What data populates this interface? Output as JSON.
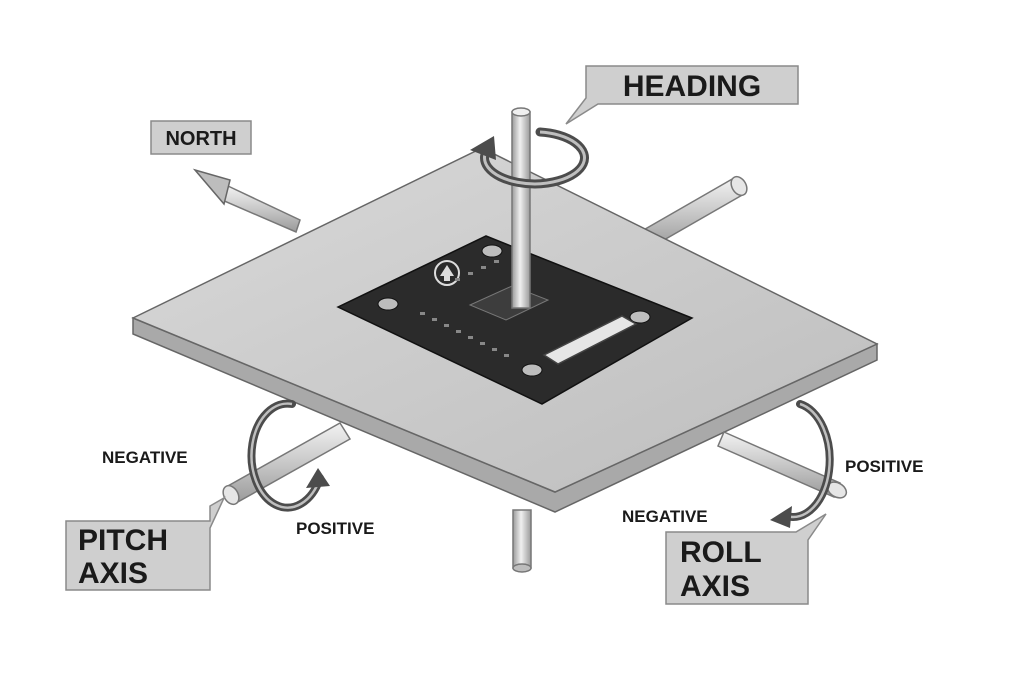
{
  "labels": {
    "heading": "HEADING",
    "north": "NORTH",
    "pitch_axis_line1": "PITCH",
    "pitch_axis_line2": "AXIS",
    "roll_axis_line1": "ROLL",
    "roll_axis_line2": "AXIS",
    "pitch_negative": "NEGATIVE",
    "pitch_positive": "POSITIVE",
    "roll_negative": "NEGATIVE",
    "roll_positive": "POSITIVE"
  },
  "colors": {
    "label_box": "#cfcfcf",
    "plate_top": "#cfcfcf",
    "plate_side": "#a9a9a9",
    "sensor_board": "#2b2b2b",
    "rotation_arrow": "#5a5a5a"
  }
}
